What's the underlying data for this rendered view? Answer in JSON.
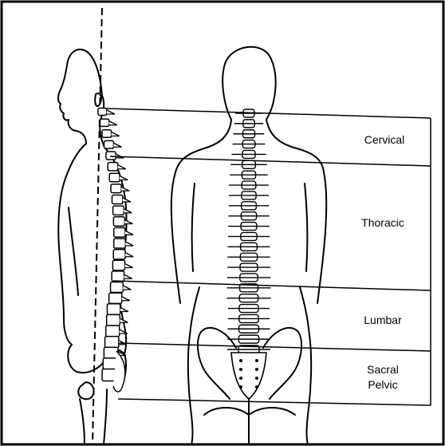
{
  "regions": [
    {
      "key": "cervical",
      "label": "Cervical"
    },
    {
      "key": "thoracic",
      "label": "Thoracic"
    },
    {
      "key": "lumbar",
      "label": "Lumbar"
    },
    {
      "key": "sacral",
      "label": "Sacral",
      "label2": "Pelvic"
    }
  ],
  "colors": {
    "ink": "#000000",
    "paper": "#ffffff"
  }
}
